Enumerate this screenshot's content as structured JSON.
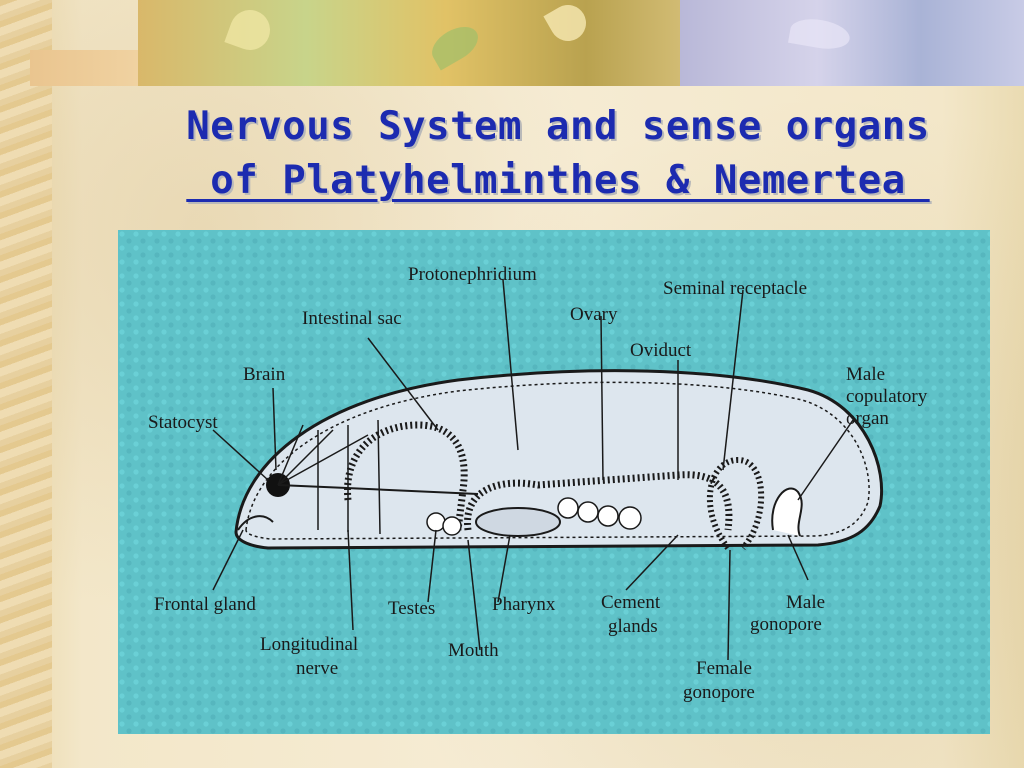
{
  "slide": {
    "title_lines": [
      "Nervous System and sense organs",
      " of Platyhelminthes & Nemertea "
    ],
    "colors": {
      "title": "#1c2bb0",
      "figure_bg": "#5fc2c8",
      "page_bg": "#f2e6c8"
    }
  },
  "figure": {
    "labels": {
      "protonephridium": "Protonephridium",
      "intestinal_sac": "Intestinal sac",
      "ovary": "Ovary",
      "seminal_receptacle": "Seminal receptacle",
      "oviduct": "Oviduct",
      "brain": "Brain",
      "male_copulatory_1": "Male",
      "male_copulatory_2": "copulatory",
      "male_copulatory_3": "organ",
      "statocyst": "Statocyst",
      "frontal_gland": "Frontal gland",
      "testes": "Testes",
      "pharynx": "Pharynx",
      "cement_1": "Cement",
      "cement_2": "glands",
      "male_gonopore_1": "Male",
      "male_gonopore_2": "gonopore",
      "longitudinal_1": "Longitudinal",
      "longitudinal_2": "nerve",
      "mouth": "Mouth",
      "female_gonopore_1": "Female",
      "female_gonopore_2": "gonopore"
    }
  }
}
